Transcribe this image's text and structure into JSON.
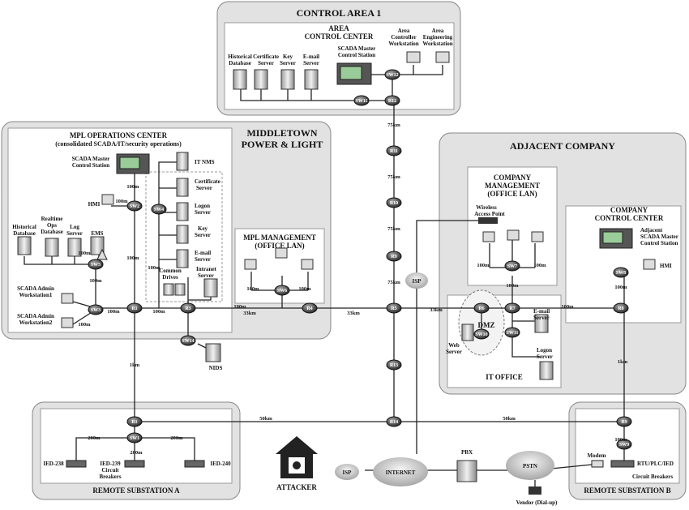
{
  "areas": {
    "control_area_1": "CONTROL AREA 1",
    "area_control_center_1": "AREA",
    "area_control_center_2": "CONTROL CENTER",
    "mpl_ops_1": "MPL OPERATIONS CENTER",
    "mpl_ops_2": "(consolidated SCADA/IT/security operations)",
    "middletown_1": "MIDDLETOWN",
    "middletown_2": "POWER & LIGHT",
    "mpl_mgmt_1": "MPL MANAGEMENT",
    "mpl_mgmt_2": "(OFFICE LAN)",
    "adjacent": "ADJACENT COMPANY",
    "co_mgmt_1": "COMPANY",
    "co_mgmt_2": "MANAGEMENT",
    "co_mgmt_3": "(OFFICE LAN)",
    "co_cc_1": "COMPANY",
    "co_cc_2": "CONTROL CENTER",
    "it_office": "IT OFFICE",
    "dmz": "DMZ",
    "sub_a": "REMOTE SUBSTATION A",
    "sub_b": "REMOTE SUBSTATION B"
  },
  "devices": {
    "historical_db": [
      "Historical",
      "Database"
    ],
    "cert_server": [
      "Certificate",
      "Server"
    ],
    "key_server": [
      "Key",
      "Server"
    ],
    "email_server": [
      "E-mail",
      "Server"
    ],
    "scada_master_ca": [
      "SCADA Master",
      "Control Station"
    ],
    "area_controller_ws": [
      "Area",
      "Controller",
      "Workstation"
    ],
    "area_eng_ws": [
      "Area",
      "Engineering",
      "Workstation"
    ],
    "mpl_scada_master": [
      "SCADA Master",
      "Control Station"
    ],
    "hmi": "HMI",
    "mpl_hist_db": [
      "Historical",
      "Database"
    ],
    "realtime_ops_db": [
      "Realtime",
      "Ops",
      "Database"
    ],
    "log_server": [
      "Log",
      "Server"
    ],
    "ems": "EMS",
    "scada_admin_ws1": [
      "SCADA Admin",
      "Workstation1"
    ],
    "scada_admin_ws2": [
      "SCADA Admin",
      "Workstation2"
    ],
    "it_nms": "IT NMS",
    "mpl_cert_server": [
      "Certificate",
      "Server"
    ],
    "logon_server": [
      "Logon",
      "Server"
    ],
    "mpl_key_server": [
      "Key",
      "Server"
    ],
    "mpl_email_server": [
      "E-mail",
      "Server"
    ],
    "intranet_server": [
      "Intranet",
      "Server"
    ],
    "common_drives": [
      "Common",
      "Drives"
    ],
    "nids": "NIDS",
    "wireless_ap": [
      "Wireless",
      "Access Point"
    ],
    "adj_scada_master": [
      "Adjacent",
      "SCADA Master",
      "Control Station"
    ],
    "adj_hmi": "HMI",
    "adj_email": [
      "E-mail",
      "Server"
    ],
    "adj_logon": [
      "Logon",
      "Server"
    ],
    "web_server": [
      "Web",
      "Server"
    ],
    "ied_238": "IED-238",
    "ied_239": [
      "IED-239",
      "Circuit",
      "Breakers"
    ],
    "ied_240": "IED-240",
    "modem": "Modem",
    "rtu": [
      "RTU/PLC/IED",
      "Circuit Breakers"
    ],
    "attacker": "ATTACKER",
    "isp": "ISP",
    "internet": "INTERNET",
    "pbx": "PBX",
    "pstn": "PSTN",
    "vendor": "Vendor (Dial-up)"
  },
  "nodes": {
    "r12": "R12",
    "sw12": "SW12",
    "sw11": "SW11",
    "r11": "R11",
    "r10": "R10",
    "r9c": "R9",
    "r1m": "R1",
    "r3": "R3",
    "r4": "R4",
    "r5": "R5",
    "sw1": "SW1",
    "sw2": "SW2",
    "sw3": "SW3",
    "sw4": "SW4",
    "sw5": "SW5",
    "sw6": "SW6",
    "sw14": "SW14",
    "r6": "R6",
    "r7": "R7",
    "r8": "R8",
    "sw7": "SW7",
    "sw8": "SW8",
    "sw9b": "SW9",
    "sw10": "SW10",
    "sw11b": "SW11",
    "r13": "R13",
    "r14": "R14",
    "r1a": "R1",
    "sw1a": "SW1",
    "r9b": "R9"
  },
  "distances": {
    "d75": "75km",
    "d33": "33km",
    "d50": "50km",
    "d1km": "1km",
    "d100": "100m",
    "d200": "200m"
  }
}
